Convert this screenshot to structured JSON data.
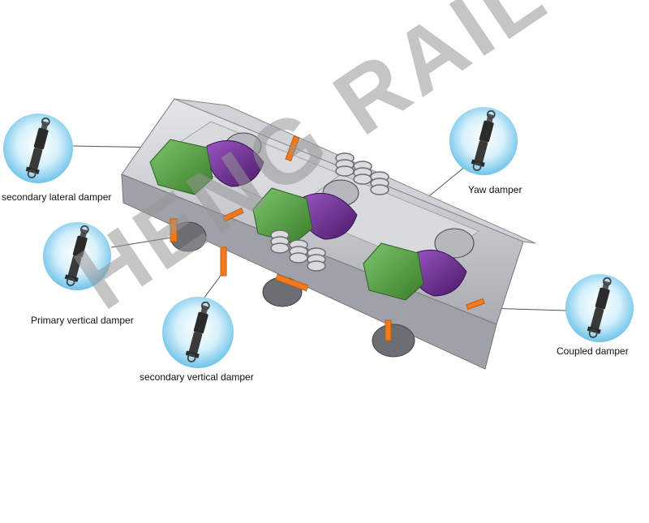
{
  "watermark": {
    "text": "HENG RAIL"
  },
  "dampers": {
    "secondary_lateral": "secondary lateral damper",
    "yaw": "Yaw damper",
    "primary_vertical": "Primary vertical damper",
    "coupled": "Coupled damper",
    "secondary_vertical": "secondary vertical damper"
  },
  "colors": {
    "frame": "#c7cacf",
    "gearbox": "#4d9a3c",
    "motor": "#6a2a8a",
    "damper_accent": "#f07a1e",
    "bubble": "#8fd3f4"
  }
}
